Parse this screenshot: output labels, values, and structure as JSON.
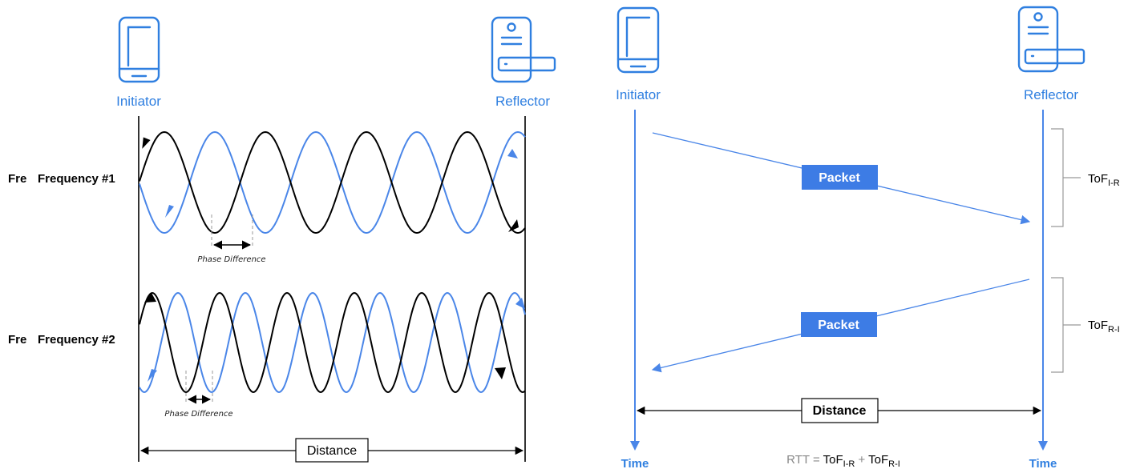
{
  "left": {
    "initiator_label": "Initiator",
    "reflector_label": "Reflector",
    "freq1_cut": "Fre",
    "freq1_label": "Frequency #1",
    "freq2_cut": "Fre",
    "freq2_label": "Frequency #2",
    "phase_label_1": "Phase Difference",
    "phase_label_2": "Phase Difference",
    "distance_label": "Distance"
  },
  "right": {
    "initiator_label": "Initiator",
    "reflector_label": "Reflector",
    "packet_1": "Packet",
    "packet_2": "Packet",
    "distance_label": "Distance",
    "time_left": "Time",
    "time_right": "Time",
    "tof_ir_main": "ToF",
    "tof_ir_sub": "I-R",
    "tof_ri_main": "ToF",
    "tof_ri_sub": "R-I",
    "rtt_prefix": "RTT = ",
    "rtt_t1": "ToF",
    "rtt_s1": "I-R",
    "rtt_plus": " + ",
    "rtt_t2": "ToF",
    "rtt_s2": "R-I"
  },
  "colors": {
    "accent_blue": "#2F7FE0",
    "wave_blue": "#4A86E8",
    "black": "#000000",
    "grey": "#888888"
  },
  "icons": [
    "phone-icon",
    "door-lock-icon"
  ]
}
